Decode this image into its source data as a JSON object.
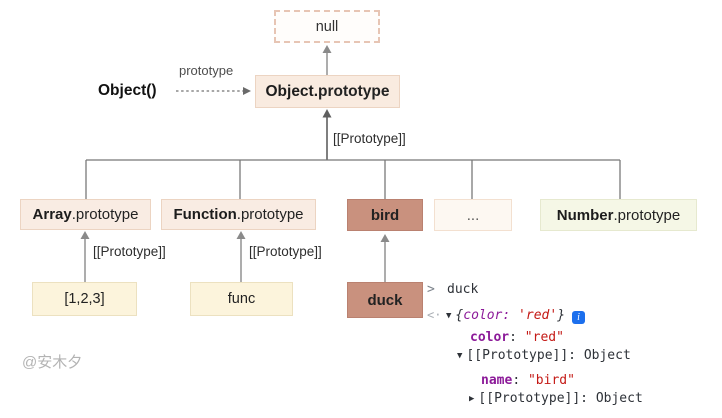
{
  "watermark": "@安木夕",
  "colors": {
    "box_peach_bg": "#f9ebe0",
    "box_peach_border": "#ecd4c2",
    "box_salmon_bg": "#c9917e",
    "box_cream_bg": "#fcf4dc",
    "box_light_bg": "#fdf8f2",
    "box_green_bg": "#f5f7e6",
    "null_dashed_border": "#e7c5b4",
    "wire_gray": "#787878",
    "console_property_purple": "#8c1a99",
    "console_string_red": "#c41a16",
    "info_icon_blue": "#1c6fed"
  },
  "diagram": {
    "null_box": "null",
    "object_constructor": "Object()",
    "prototype_edge_label": "prototype",
    "object_prototype": {
      "bold": "Object",
      "rest": ".prototype"
    },
    "prototype_chain_label": "[[Prototype]]",
    "children": [
      {
        "bold": "Array",
        "rest": ".prototype"
      },
      {
        "bold": "Function",
        "rest": ".prototype"
      },
      {
        "bold": "bird",
        "rest": ""
      },
      {
        "bold": "",
        "rest": "..."
      },
      {
        "bold": "Number",
        "rest": ".prototype"
      }
    ],
    "instances": [
      {
        "label": "[1,2,3]",
        "edge_label": "[[Prototype]]"
      },
      {
        "label": "func",
        "edge_label": "[[Prototype]]"
      },
      {
        "label": "duck",
        "edge_label": ""
      }
    ]
  },
  "console": {
    "input": {
      "chevron": ">",
      "text": "duck"
    },
    "result": {
      "chevron": "<·",
      "expander": "▼",
      "preview_open": "{",
      "preview_prop": "color: ",
      "preview_value": "'red'",
      "preview_close": "}",
      "info": "i"
    },
    "prop_color": {
      "name": "color",
      "sep": ": ",
      "value": "\"red\""
    },
    "proto_expanded": {
      "expander": "▼",
      "key": "[[Prototype]]",
      "sep": ": ",
      "value": "Object"
    },
    "prop_name": {
      "name": "name",
      "sep": ": ",
      "value": "\"bird\""
    },
    "proto_collapsed": {
      "expander": "▶",
      "key": "[[Prototype]]",
      "sep": ": ",
      "value": "Object"
    }
  }
}
